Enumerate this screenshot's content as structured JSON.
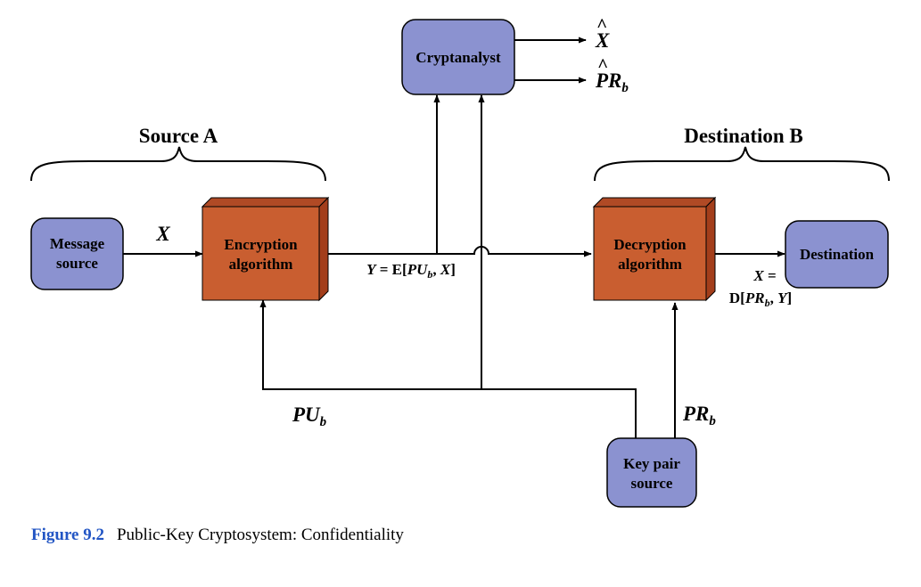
{
  "colors": {
    "node_fill": "#8b92d0",
    "algo_front": "#c95e30",
    "algo_top": "#b04a25",
    "algo_side": "#a33e1b",
    "caption_accent": "#2255c4"
  },
  "nodes": {
    "message_source": [
      "Message",
      "source"
    ],
    "encryption": [
      "Encryption",
      "algorithm"
    ],
    "decryption": [
      "Decryption",
      "algorithm"
    ],
    "destination": [
      "Destination"
    ],
    "cryptanalyst": [
      "Cryptanalyst"
    ],
    "key_pair_source": [
      "Key pair",
      "source"
    ]
  },
  "groups": {
    "source_a": "Source A",
    "destination_b": "Destination B"
  },
  "labels": {
    "x_in": "X",
    "ciphertext": {
      "lhs": "Y",
      "eq": " = E[",
      "var": "PU",
      "sub": "b",
      "tail": ", ",
      "x": "X",
      "close": "]"
    },
    "plaintext_out": {
      "line1_var": "X",
      "line1_eq": " =",
      "line2_pre": "D[",
      "var": "PR",
      "sub": "b",
      "tail": ", ",
      "y": "Y",
      "close": "]"
    },
    "public_key": {
      "var": "PU",
      "sub": "b"
    },
    "private_key": {
      "var": "PR",
      "sub": "b"
    },
    "estimate_x": {
      "var": "X",
      "hat": "^"
    },
    "estimate_pr": {
      "var": "PR",
      "sub": "b",
      "hat": "^"
    }
  },
  "caption": {
    "figure": "Figure 9.2",
    "text": "Public-Key Cryptosystem: Confidentiality"
  }
}
